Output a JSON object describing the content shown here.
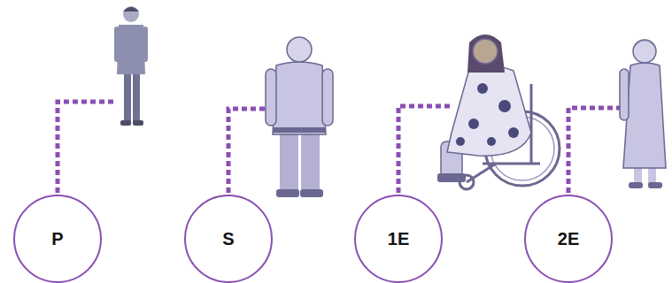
{
  "diagram": {
    "nodes": [
      {
        "text": [
          "P"
        ]
      },
      {
        "text": [
          "S"
        ]
      },
      {
        "text": [
          "1E"
        ]
      },
      {
        "text": [
          "2E"
        ]
      }
    ]
  }
}
